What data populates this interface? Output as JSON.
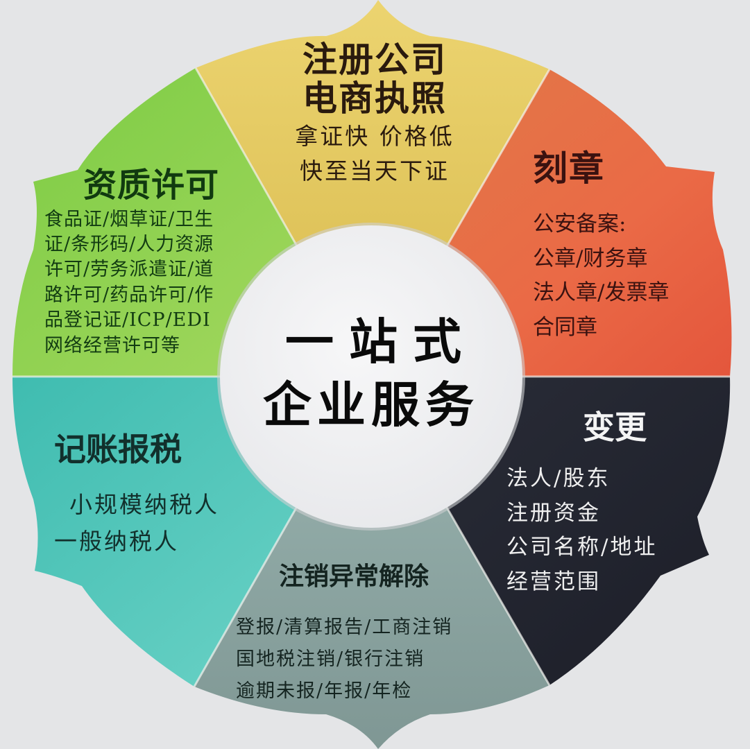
{
  "center": {
    "line1": "一站式",
    "line2": "企业服务"
  },
  "segments": [
    {
      "id": "registration",
      "color": "#e2c65a",
      "title_lines": [
        "注册公司",
        "电商执照"
      ],
      "items": [
        "拿证快 价格低",
        "快至当天下证"
      ]
    },
    {
      "id": "seal",
      "color": "#e8704a",
      "title": "刻章",
      "items": [
        "公安备案:",
        "公章/财务章",
        "法人章/发票章",
        "合同章"
      ]
    },
    {
      "id": "change",
      "color": "#23252f",
      "title": "变更",
      "items": [
        "法人/股东",
        "注册资金",
        "公司名称/地址",
        "经营范围"
      ]
    },
    {
      "id": "cancellation",
      "color": "#8fa8a4",
      "title": "注销异常解除",
      "items": [
        "登报/清算报告/工商注销",
        "国地税注销/银行注销",
        "逾期未报/年报/年检"
      ]
    },
    {
      "id": "bookkeeping",
      "color": "#4cc8b8",
      "title": "记账报税",
      "items": [
        "小规模纳税人",
        "一般纳税人"
      ]
    },
    {
      "id": "qualification",
      "color": "#8fd24e",
      "title": "资质许可",
      "items": [
        "食品证/烟草证/卫生",
        "证/条形码/人力资源",
        "许可/劳务派遣证/道",
        "路许可/药品许可/作",
        "品登记证/ICP/EDI",
        "网络经营许可等"
      ]
    }
  ]
}
